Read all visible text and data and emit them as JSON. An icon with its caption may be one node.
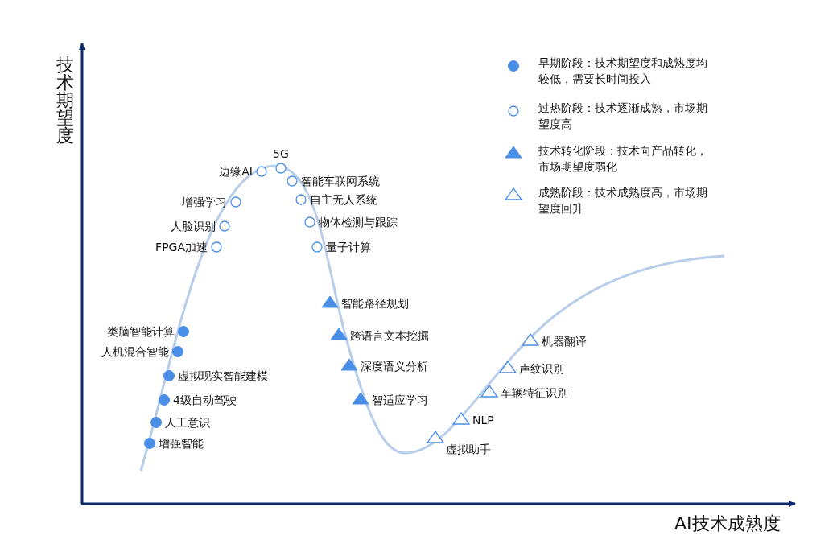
{
  "diagram": {
    "nodes": [
      {
        "text": [],
        "shape": "circle",
        "beside": [
          "增强智能"
        ]
      },
      {
        "text": [],
        "shape": "circle",
        "beside": [
          "人工意识"
        ]
      },
      {
        "text": [],
        "shape": "circle",
        "beside": [
          "4级自动驾驶"
        ]
      },
      {
        "text": [],
        "shape": "circle",
        "beside": [
          "虚拟现实智能建模"
        ]
      },
      {
        "text": [],
        "shape": "circle",
        "beside": [
          "人机混合智能"
        ]
      },
      {
        "text": [],
        "shape": "circle",
        "beside": [
          "类脑智能计算"
        ]
      },
      {
        "text": [],
        "shape": "circle",
        "beside": [
          "FPGA加速"
        ]
      },
      {
        "text": [],
        "shape": "circle",
        "beside": [
          "人脸识别"
        ]
      },
      {
        "text": [],
        "shape": "circle",
        "beside": [
          "增强学习"
        ]
      },
      {
        "text": [],
        "shape": "circle",
        "beside": [
          "边缘AI"
        ]
      },
      {
        "text": [],
        "shape": "circle",
        "beside": [
          "5G"
        ]
      },
      {
        "text": [],
        "shape": "circle",
        "beside": [
          "智能车联网系统"
        ]
      },
      {
        "text": [],
        "shape": "circle",
        "beside": [
          "自主无人系统"
        ]
      },
      {
        "text": [],
        "shape": "circle",
        "beside": [
          "物体检测与跟踪"
        ]
      },
      {
        "text": [],
        "shape": "circle",
        "beside": [
          "量子计算"
        ]
      },
      {
        "text": [],
        "shape": "triangle",
        "beside": [
          "智能路径规划"
        ]
      },
      {
        "text": [],
        "shape": "triangle",
        "beside": [
          "跨语言文本挖掘"
        ]
      },
      {
        "text": [],
        "shape": "triangle",
        "beside": [
          "深度语义分析"
        ]
      },
      {
        "text": [],
        "shape": "triangle",
        "beside": [
          "智适应学习"
        ]
      },
      {
        "text": [],
        "shape": "triangle",
        "beside": [
          "虚拟助手"
        ]
      },
      {
        "text": [],
        "shape": "triangle",
        "beside": [
          "NLP"
        ]
      },
      {
        "text": [],
        "shape": "triangle",
        "beside": [
          "车辆特征识别"
        ]
      },
      {
        "text": [],
        "shape": "triangle",
        "beside": [
          "声纹识别"
        ]
      },
      {
        "text": [],
        "shape": "triangle",
        "beside": [
          "机器翻译"
        ]
      }
    ],
    "labels": [
      "技术期望度",
      "AI技术成熟度"
    ],
    "legend": [
      {
        "text": "早期阶段：技术期望度和成熟度均较低，需要长时间投入"
      },
      {
        "text": "过热阶段：技术逐渐成熟，市场期望度高"
      },
      {
        "text": "技术转化阶段：技术向产品转化，市场期望度弱化"
      },
      {
        "text": "成熟阶段：技术成熟度高，市场期望度回升"
      }
    ]
  }
}
